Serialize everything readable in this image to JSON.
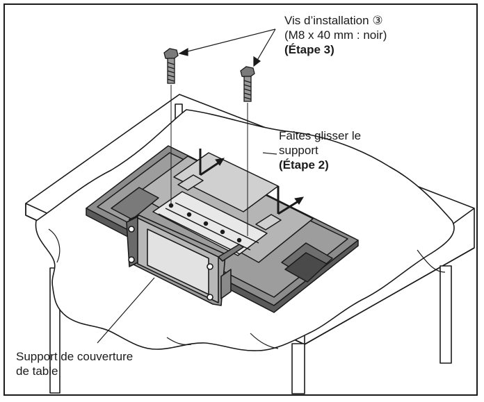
{
  "labels": {
    "screws": {
      "line1": "Vis d’installation ③",
      "line2": "(M8 x 40 mm : noir)",
      "step": "(Étape 3)"
    },
    "slide": {
      "line1": "Faites glisser le",
      "line2": "support",
      "step": "(Étape 2)"
    },
    "cover_holder": {
      "line1": "Support de couverture",
      "line2": "de table"
    }
  }
}
